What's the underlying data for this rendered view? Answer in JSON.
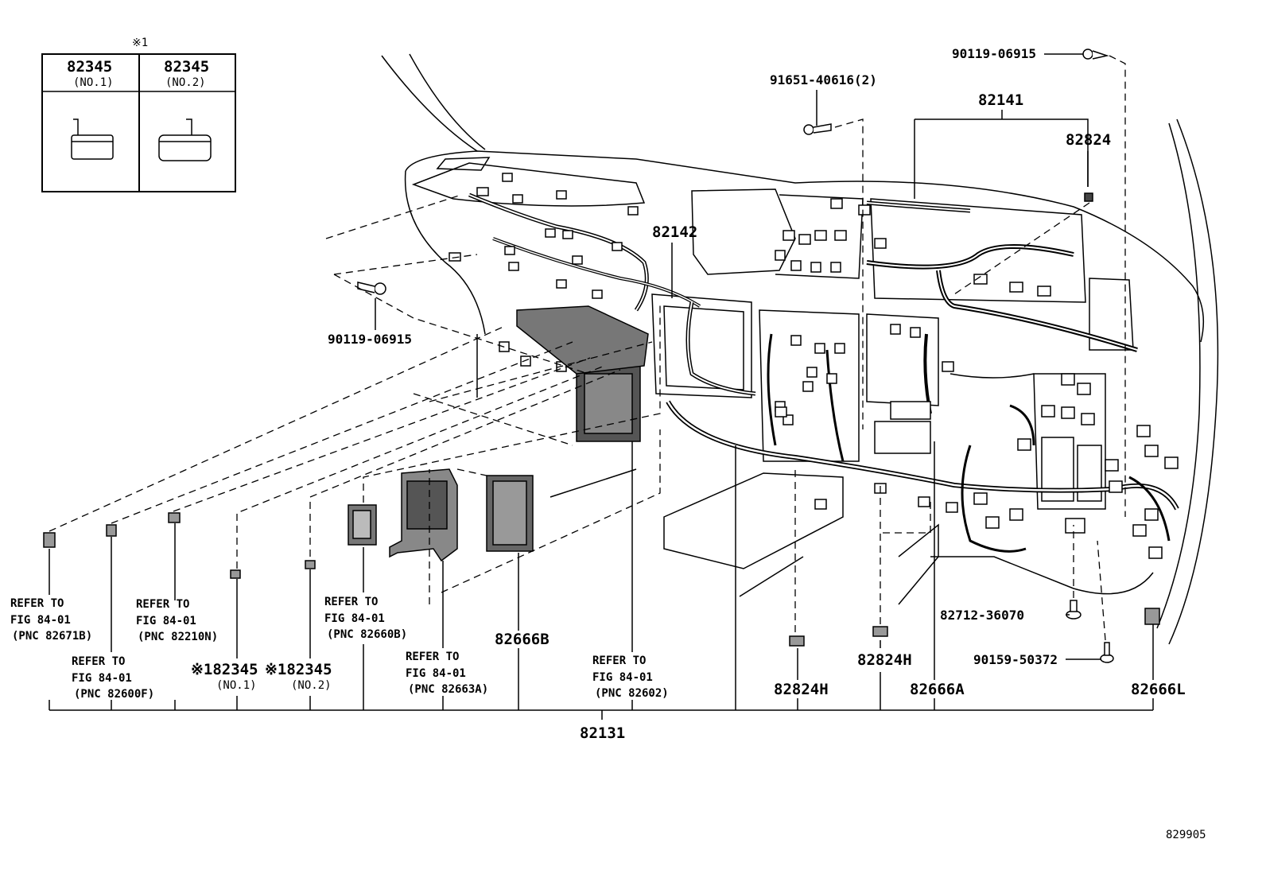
{
  "legend_table": {
    "note_mark": "※1",
    "col1_pn": "82345",
    "col1_sub": "(NO.1)",
    "col2_pn": "82345",
    "col2_sub": "(NO.2)"
  },
  "labels": {
    "pn_90119_top": "90119-06915",
    "pn_91651": "91651-40616(2)",
    "pn_82141": "82141",
    "pn_82824": "82824",
    "pn_82142": "82142",
    "pn_90119_left": "90119-06915",
    "pn_82712": "82712-36070",
    "pn_90159": "90159-50372",
    "pn_82131": "82131",
    "pn_82666B": "82666B",
    "pn_82824H_a": "82824H",
    "pn_82824H_b": "82824H",
    "pn_82666A": "82666A",
    "pn_82666L": "82666L",
    "pn_82345_no1": "※182345",
    "pn_82345_no1_sub": "(NO.1)",
    "pn_82345_no2": "※182345",
    "pn_82345_no2_sub": "(NO.2)",
    "figure_number": "829905"
  },
  "refer_notes": [
    {
      "line1": "REFER TO",
      "line2": "FIG 84-01",
      "line3": "(PNC 82671B)"
    },
    {
      "line1": "REFER TO",
      "line2": "FIG 84-01",
      "line3": "(PNC 82600F)"
    },
    {
      "line1": "REFER TO",
      "line2": "FIG 84-01",
      "line3": "(PNC 82210N)"
    },
    {
      "line1": "REFER TO",
      "line2": "FIG 84-01",
      "line3": "(PNC 82660B)"
    },
    {
      "line1": "REFER TO",
      "line2": "FIG 84-01",
      "line3": "(PNC 82663A)"
    },
    {
      "line1": "REFER TO",
      "line2": "FIG 84-01",
      "line3": "(PNC 82602)"
    }
  ]
}
